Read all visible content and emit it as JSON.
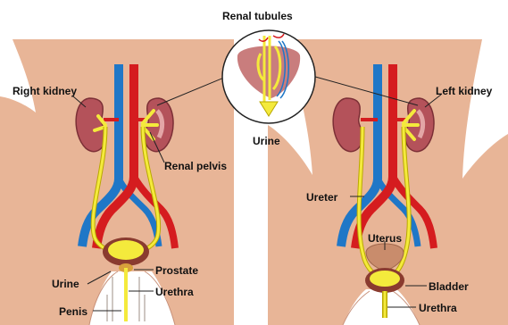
{
  "labels": {
    "renal_tubules": "Renal tubules",
    "right_kidney": "Right kidney",
    "left_kidney": "Left kidney",
    "urine_tubule": "Urine",
    "renal_pelvis": "Renal pelvis",
    "ureter": "Ureter",
    "uterus": "Uterus",
    "bladder": "Bladder",
    "urethra_female": "Urethra",
    "prostate": "Prostate",
    "urine_male": "Urine",
    "urethra_male": "Urethra",
    "penis": "Penis"
  },
  "colors": {
    "skin": "#e8b597",
    "skin_edge": "#c8917a",
    "kidney": "#b4525a",
    "kidney_light": "#e3a6a6",
    "artery": "#d51c1f",
    "vein": "#1f77c7",
    "urine": "#f4ea3c",
    "urine_edge": "#b9a800",
    "bladder": "#8a3b2f",
    "line": "#222222"
  }
}
